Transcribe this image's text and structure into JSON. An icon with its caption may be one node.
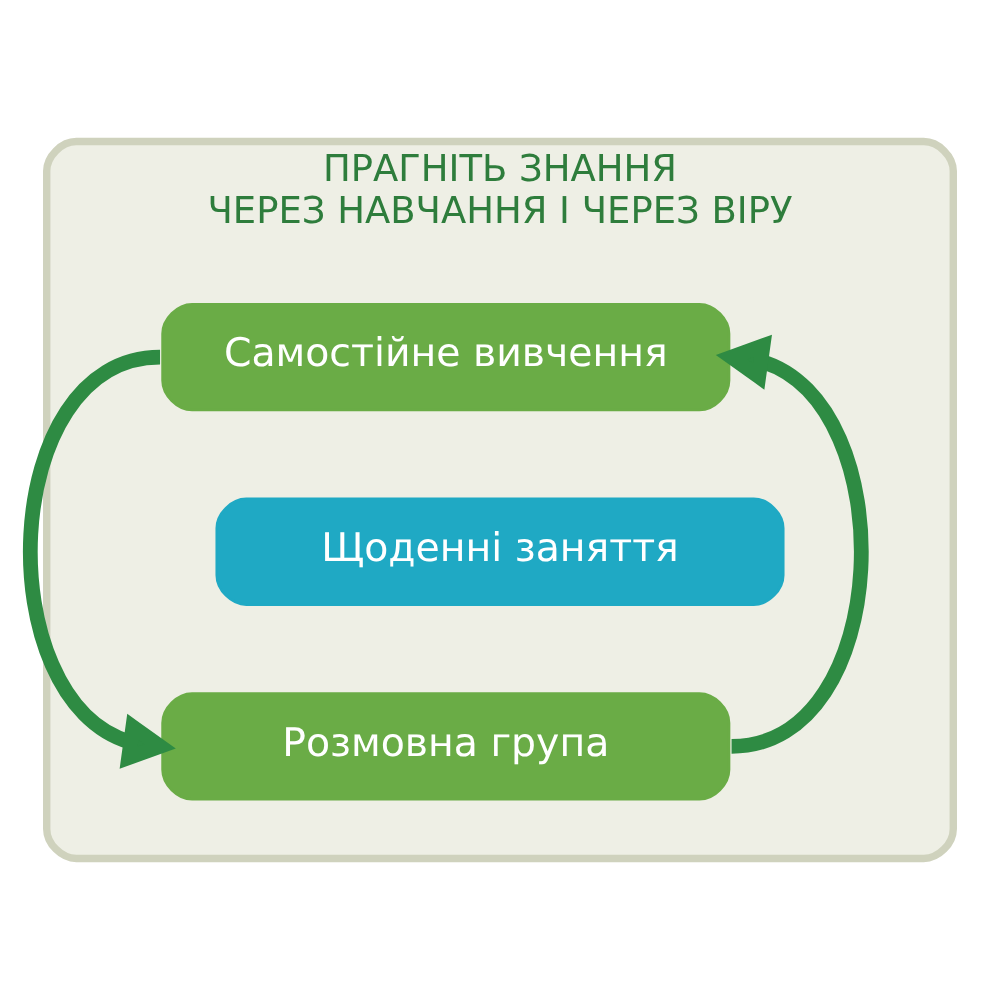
{
  "diagram": {
    "nodes": [
      {
        "text": [
          "ПРАГНІТЬ ЗНАННЯ",
          "ЧЕРЕЗ НАВЧАННЯ І ЧЕРЕЗ ВІРУ"
        ]
      },
      {
        "text": [
          "Самостійне вивчення"
        ],
        "in": 0
      },
      {
        "text": [
          "Щоденні заняття"
        ],
        "in": 0
      },
      {
        "text": [
          "Розмовна група"
        ],
        "in": 0
      }
    ],
    "edges": [
      {
        "from": 1,
        "to": 3,
        "arrow": "to"
      },
      {
        "from": 3,
        "to": 1,
        "arrow": "to"
      }
    ]
  }
}
